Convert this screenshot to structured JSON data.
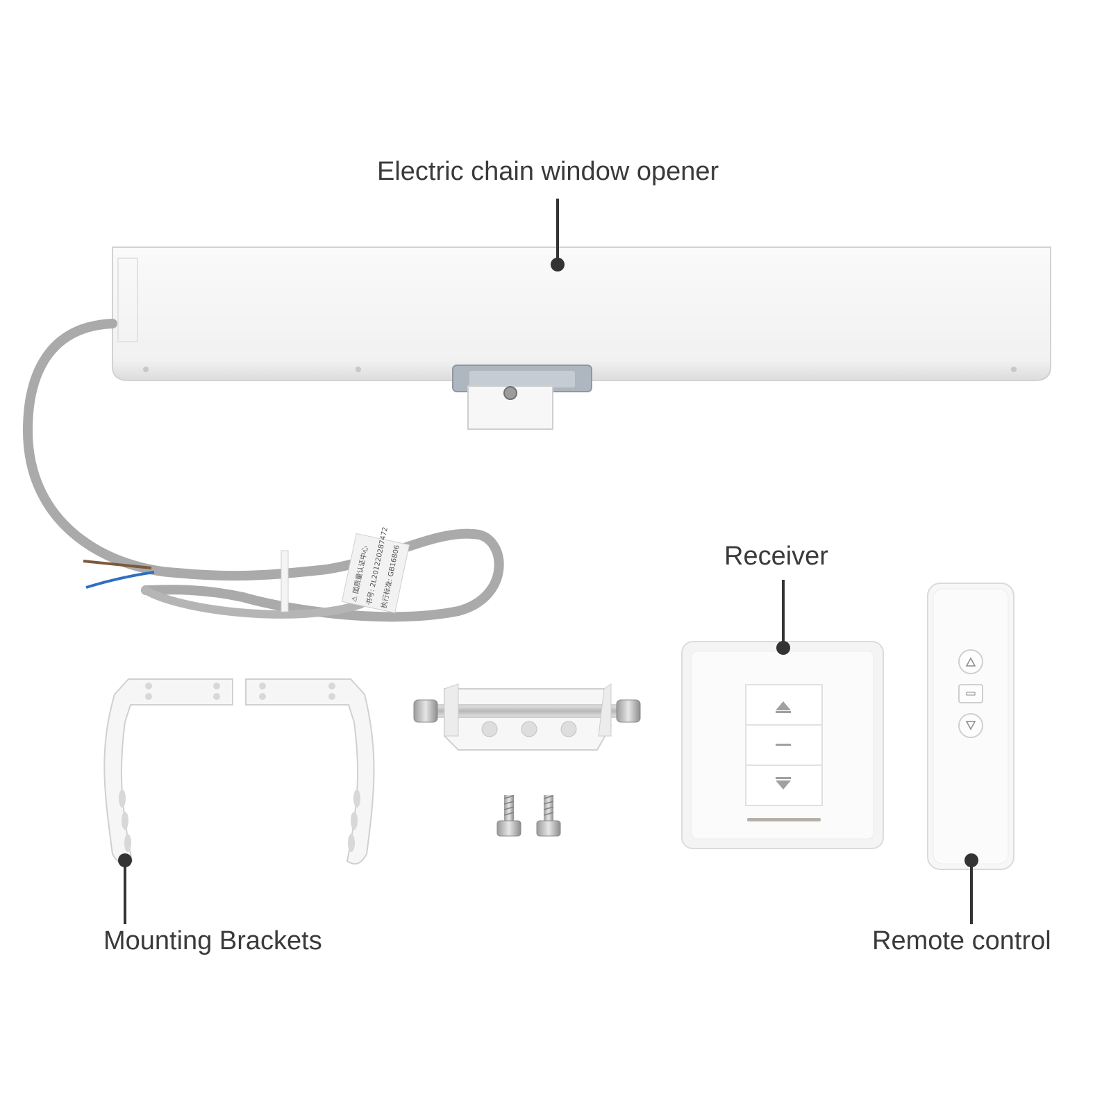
{
  "callouts": {
    "opener": "Electric chain window opener",
    "receiver": "Receiver",
    "brackets": "Mounting Brackets",
    "remote": "Remote control"
  },
  "cable_tag": {
    "line1": "⚠ 国质量认证中心",
    "line2": "书号: 2L201220287472",
    "line3": "执行标准: GB16806"
  },
  "colors": {
    "callout_text": "#3a3a3a",
    "leader_line": "#333333",
    "cable": "#a9aaa9",
    "wire_blue": "#2f6fc0",
    "wire_brown": "#7b5a3c"
  }
}
